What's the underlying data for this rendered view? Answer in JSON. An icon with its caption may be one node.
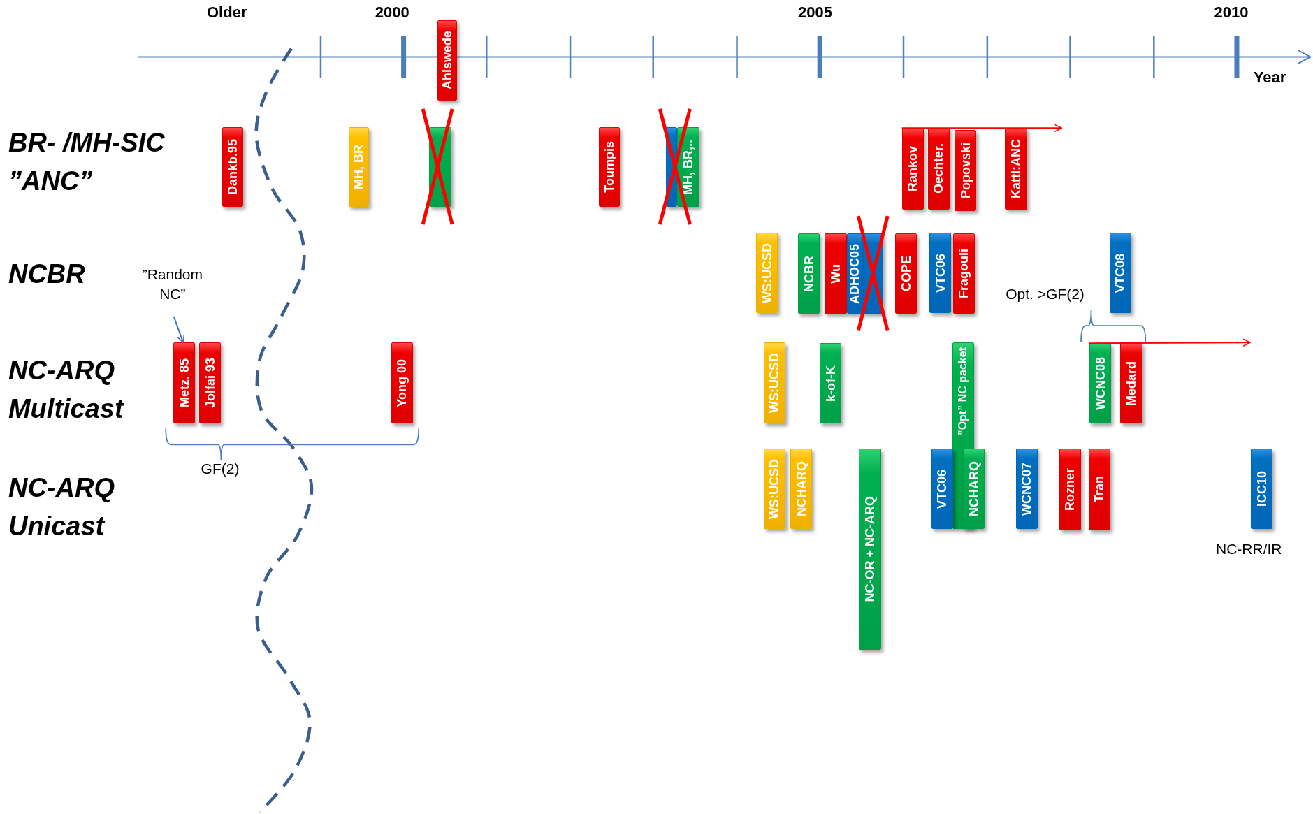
{
  "diagram": {
    "nodes": [
      {
        "text": [
          "Ahlswede"
        ]
      },
      {
        "text": [
          "Dankb.95"
        ]
      },
      {
        "text": [
          "MH, BR"
        ]
      },
      {
        "text": [],
        "shape": "bar"
      },
      {
        "text": [
          "Toumpis"
        ]
      },
      {
        "text": [],
        "shape": "bar"
      },
      {
        "text": [
          "MH, BR,.."
        ]
      },
      {
        "text": [
          "Rankov"
        ]
      },
      {
        "text": [
          "Oechter."
        ]
      },
      {
        "text": [
          "Popovski"
        ]
      },
      {
        "text": [
          "Katti:ANC"
        ]
      },
      {
        "text": [
          "WS:UCSD"
        ]
      },
      {
        "text": [
          "NCBR"
        ]
      },
      {
        "text": [
          "Wu"
        ]
      },
      {
        "text": [
          "ADHOC05"
        ]
      },
      {
        "text": [],
        "shape": "bar"
      },
      {
        "text": [
          "COPE"
        ]
      },
      {
        "text": [
          "VTC06"
        ]
      },
      {
        "text": [
          "Fragouli"
        ]
      },
      {
        "text": [
          "VTC08"
        ]
      },
      {
        "text": [
          "”Random NC”"
        ]
      },
      {
        "text": [
          "Metz. 85"
        ]
      },
      {
        "text": [
          "Jolfai 93"
        ]
      },
      {
        "text": [
          "Yong 00"
        ]
      },
      {
        "text": [
          "WS:UCSD"
        ]
      },
      {
        "text": [
          "k-of-K"
        ]
      },
      {
        "text": [
          "”Opt” NC packet"
        ]
      },
      {
        "text": [
          "WCNC08"
        ]
      },
      {
        "text": [
          "Medard"
        ]
      },
      {
        "text": [
          "WS:UCSD"
        ]
      },
      {
        "text": [
          "NCHARQ"
        ]
      },
      {
        "text": [
          "NC-OR + NC-ARQ"
        ]
      },
      {
        "text": [
          "VTC06"
        ]
      },
      {
        "text": [
          "NCHARQ"
        ]
      },
      {
        "text": [
          "WCNC07"
        ]
      },
      {
        "text": [
          "Rozner"
        ]
      },
      {
        "text": [
          "Tran"
        ]
      },
      {
        "text": [
          "ICC10"
        ]
      }
    ],
    "edges": [
      {
        "from": 20,
        "to": 21,
        "arrow": "to",
        "color": "#4472c4"
      },
      {
        "from": 7,
        "to": null,
        "arrow": "to"
      },
      {
        "from": 27,
        "to": null,
        "arrow": "to"
      }
    ],
    "labels": [
      "Older",
      "2000",
      "2005",
      "2010",
      "Year",
      "BR- /MH-SIC ”ANC”",
      "NCBR",
      "Opt. >GF(2)",
      "NC-ARQ Multicast",
      "GF(2)",
      "NC-ARQ Unicast",
      "NC-RR/IR"
    ]
  }
}
